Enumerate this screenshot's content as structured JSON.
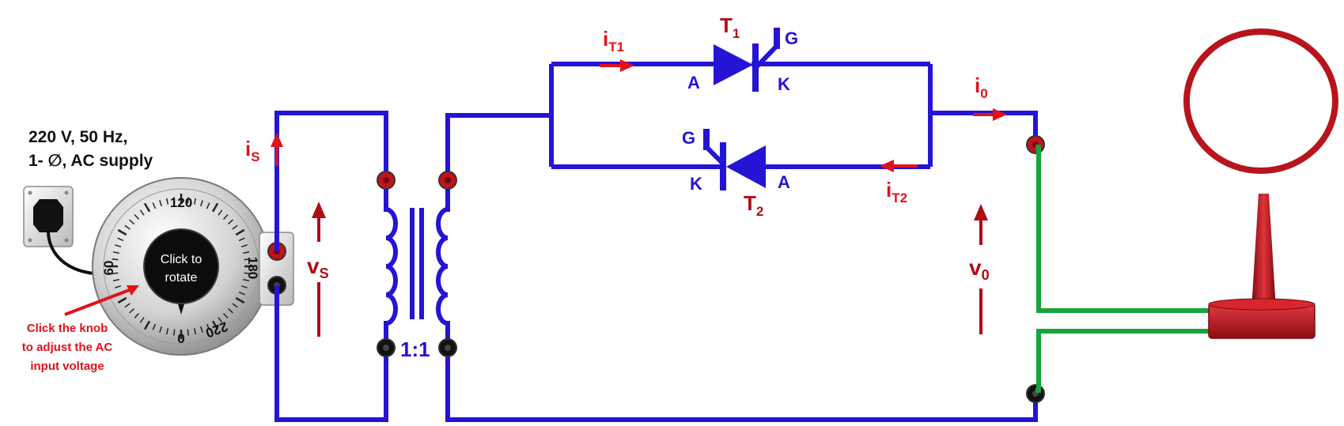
{
  "supply": {
    "line1": "220 V, 50 Hz,",
    "line2": "1- ∅, AC supply"
  },
  "knob": {
    "line1": "Click to",
    "line2": "rotate",
    "scale": [
      "0",
      "60",
      "120",
      "180",
      "220"
    ]
  },
  "hint": {
    "line1": "Click the knob",
    "line2": "to adjust the AC",
    "line3": "input voltage"
  },
  "labels": {
    "is_main": "i",
    "is_sub": "S",
    "vs_main": "v",
    "vs_sub": "S",
    "ratio": "1:1",
    "it1_main": "i",
    "it1_sub": "T1",
    "it2_main": "i",
    "it2_sub": "T2",
    "t1_main": "T",
    "t1_sub": "1",
    "t2_main": "T",
    "t2_sub": "2",
    "t1_anode": "A",
    "t1_cathode": "K",
    "t1_gate": "G",
    "t2_anode": "A",
    "t2_cathode": "K",
    "t2_gate": "G",
    "io_main": "i",
    "io_sub": "0",
    "vo_main": "v",
    "vo_sub": "0"
  },
  "colors": {
    "wire": "#2414d6",
    "arrow_bright": "#e3101a",
    "arrow_dark": "#b00c16",
    "output_lead": "#14a53c",
    "lamp": "#c0131b"
  }
}
